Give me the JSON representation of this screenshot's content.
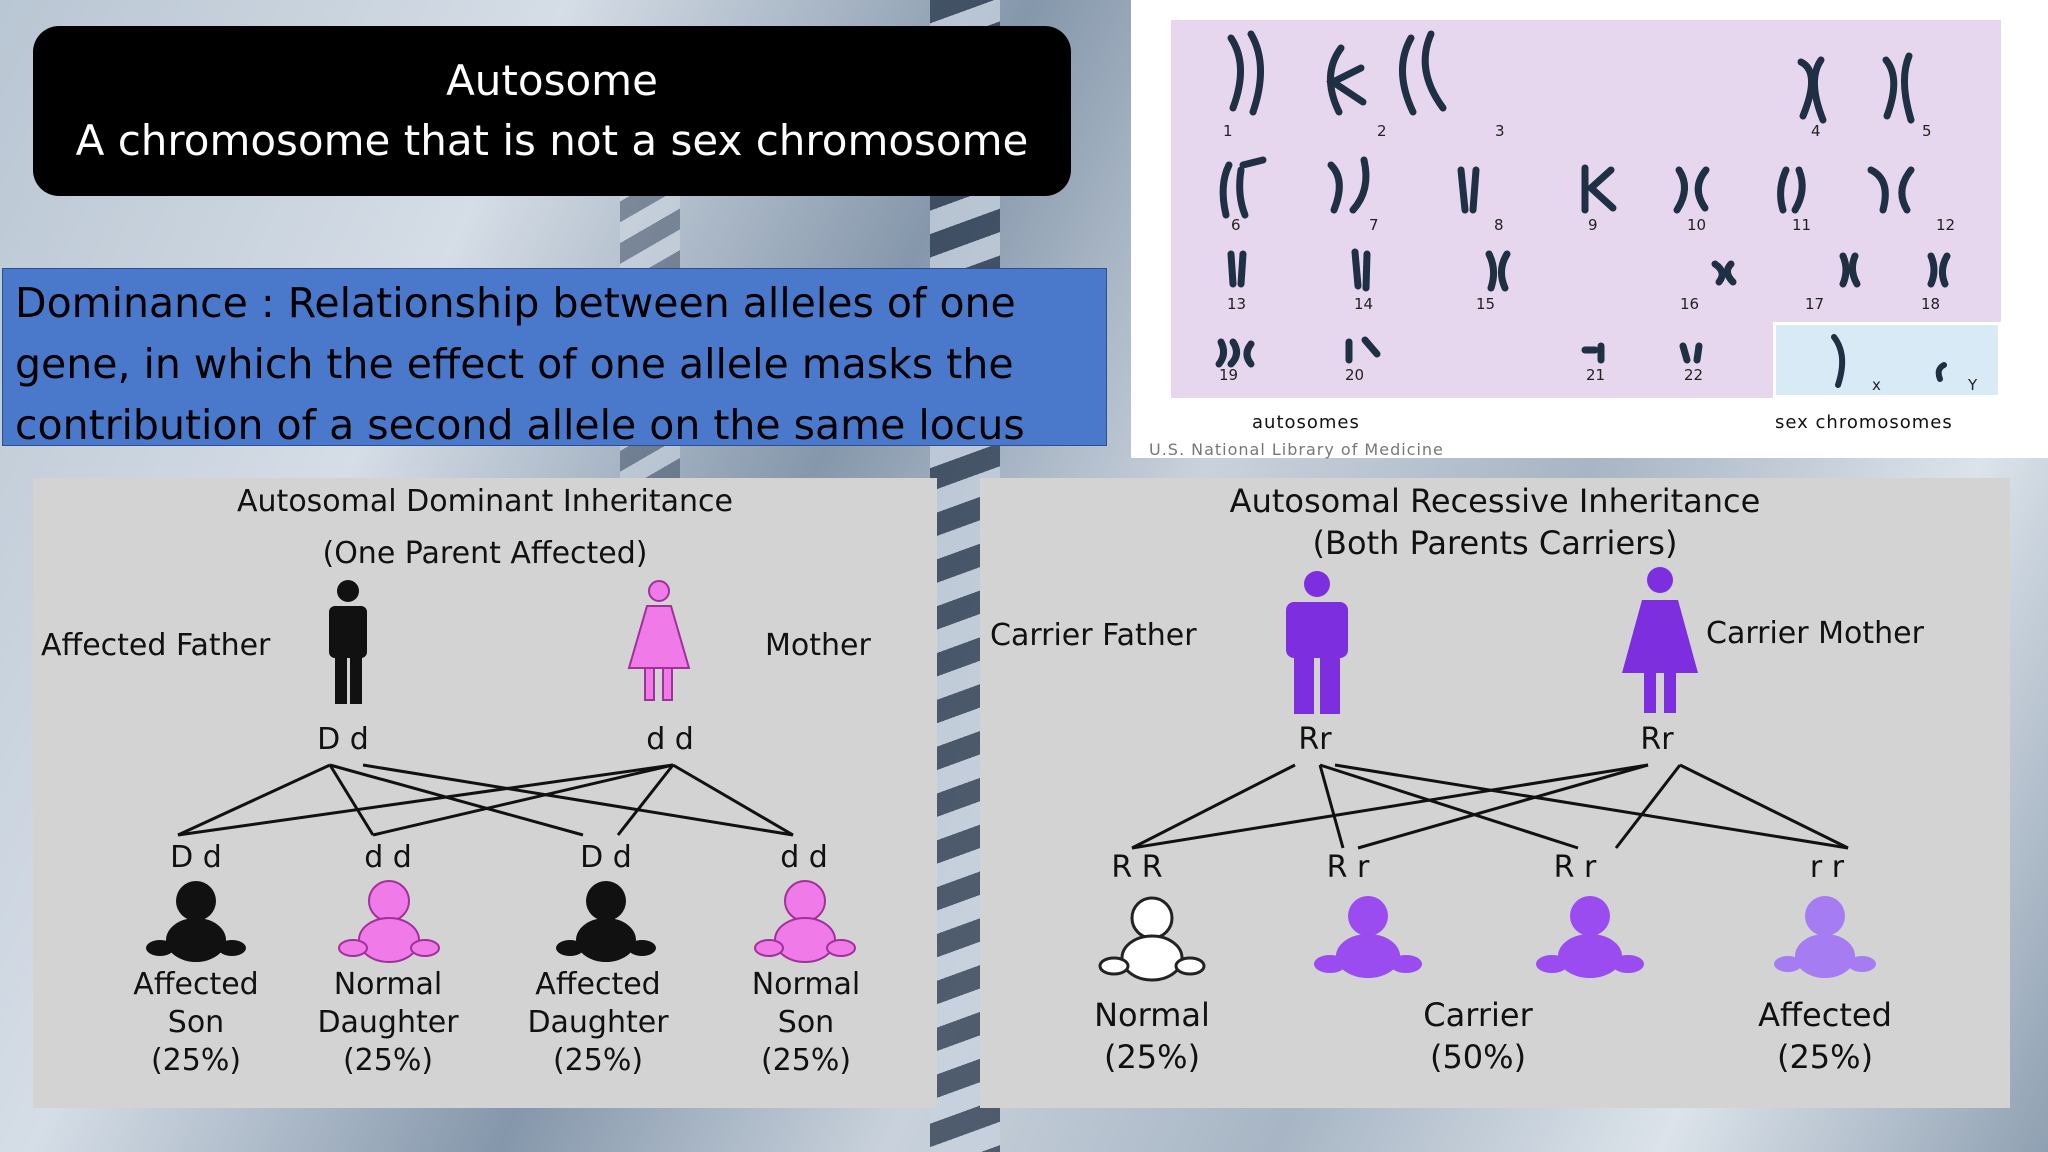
{
  "title": {
    "line1": "Autosome",
    "line2": "A chromosome that is not a sex chromosome"
  },
  "definition": {
    "line1": "Dominance : Relationship between alleles of one",
    "line2": "gene, in which the effect of one allele masks the",
    "line3": "contribution of a second allele on the same locus"
  },
  "karyotype": {
    "numbers": [
      "1",
      "2",
      "3",
      "4",
      "5",
      "6",
      "7",
      "8",
      "9",
      "10",
      "11",
      "12",
      "13",
      "14",
      "15",
      "16",
      "17",
      "18",
      "19",
      "20",
      "21",
      "22"
    ],
    "x_label": "x",
    "y_label": "Y",
    "autosomes_label": "autosomes",
    "sex_label": "sex chromosomes",
    "credit": "U.S. National Library of Medicine"
  },
  "dominant": {
    "title": "Autosomal Dominant Inheritance",
    "subtitle": "(One Parent Affected)",
    "father_label": "Affected Father",
    "mother_label": "Mother",
    "father_genotype": "D d",
    "mother_genotype": "d d",
    "children": [
      {
        "genotype": "D d",
        "line1": "Affected",
        "line2": "Son",
        "pct": "(25%)"
      },
      {
        "genotype": "d d",
        "line1": "Normal",
        "line2": "Daughter",
        "pct": "(25%)"
      },
      {
        "genotype": "D d",
        "line1": "Affected",
        "line2": "Daughter",
        "pct": "(25%)"
      },
      {
        "genotype": "d d",
        "line1": "Normal",
        "line2": "Son",
        "pct": "(25%)"
      }
    ],
    "colors": {
      "affected": "#111111",
      "normal": "#f07be8"
    }
  },
  "recessive": {
    "title": "Autosomal Recessive Inheritance",
    "subtitle": "(Both Parents Carriers)",
    "father_label": "Carrier Father",
    "mother_label": "Carrier Mother",
    "father_genotype": "Rr",
    "mother_genotype": "Rr",
    "children_genotypes": [
      "R R",
      "R r",
      "R r",
      "r r"
    ],
    "groups": [
      {
        "line1": "Normal",
        "pct": "(25%)"
      },
      {
        "line1": "Carrier",
        "pct": "(50%)"
      },
      {
        "line1": "Affected",
        "pct": "(25%)"
      }
    ],
    "colors": {
      "parent": "#7d2fe0",
      "carrier": "#9a4cf0",
      "affected": "#a57cf2",
      "normal": "#ffffff"
    }
  }
}
